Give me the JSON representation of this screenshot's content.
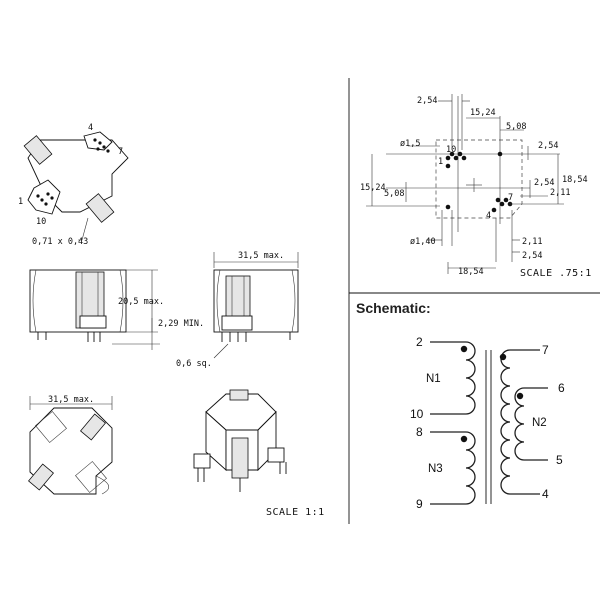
{
  "top_view": {
    "pin_labels": [
      "4",
      "7",
      "1",
      "10"
    ],
    "pin_dim": "0,71 x 0,43"
  },
  "side_front": {
    "height_dim": "20,5 max.",
    "standoff_dim": "2,29 MIN.",
    "pin_dim": "0,6 sq."
  },
  "side_right": {
    "width_dim": "31,5 max."
  },
  "bottom_view": {
    "width_dim": "31,5 max."
  },
  "iso_view": {
    "scale_label": "SCALE 1:1"
  },
  "footprint": {
    "dims": {
      "d_2_54_top": "2,54",
      "d_15_24_top": "15,24",
      "d_5_08_top": "5,08",
      "d_phi_1_5": "ø1,5",
      "d_2_54_right1": "2,54",
      "d_15_24_left": "15,24",
      "d_5_08_left": "5,08",
      "d_2_54_right2": "2,54",
      "d_18_54_right": "18,54",
      "d_2_11_right": "2,11",
      "d_phi_1_40": "ø1,40",
      "d_2_11_bottom": "2,11",
      "d_2_54_bottom": "2,54",
      "d_18_54_bottom": "18,54"
    },
    "pin_labels": [
      "10",
      "1",
      "4",
      "7"
    ],
    "scale_label": "SCALE .75:1"
  },
  "schematic": {
    "heading": "Schematic:",
    "left_pins": [
      "2",
      "10",
      "8",
      "9"
    ],
    "right_pins": [
      "7",
      "6",
      "5",
      "4"
    ],
    "windings": [
      "N1",
      "N3",
      "N2"
    ]
  }
}
